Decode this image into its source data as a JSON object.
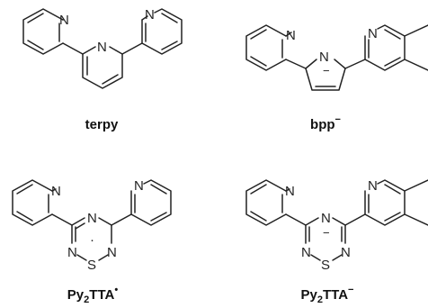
{
  "molecules": {
    "terpy": {
      "label": "terpy",
      "atoms": {
        "n_left": "N",
        "n_center": "N",
        "n_right": "N"
      }
    },
    "bpp": {
      "label": "bpp",
      "label_sup": "−",
      "atoms": {
        "n_left": "N",
        "n_center": "N",
        "n_right": "N"
      },
      "charge": "−"
    },
    "py2tta_radical": {
      "label_main": "Py",
      "label_sub": "2",
      "label_rest": "TTA",
      "label_sup": "•",
      "atoms": {
        "n_left": "N",
        "n_right": "N",
        "n_top": "N",
        "n_low_left": "N",
        "n_low_right": "N",
        "s": "S"
      },
      "radical_dot": "·"
    },
    "py2tta_anion": {
      "label_main": "Py",
      "label_sub": "2",
      "label_rest": "TTA",
      "label_sup": "−",
      "atoms": {
        "n_left": "N",
        "n_right": "N",
        "n_top": "N",
        "n_low_left": "N",
        "n_low_right": "N",
        "s": "S"
      },
      "charge": "−"
    }
  }
}
